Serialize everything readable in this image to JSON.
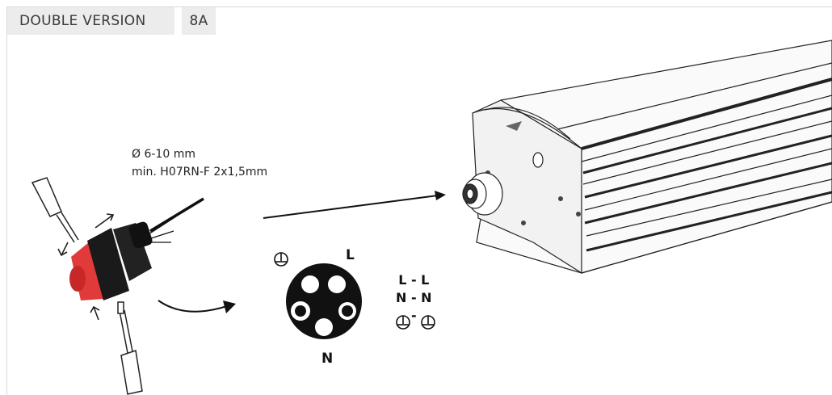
{
  "header": {
    "version_label": "DOUBLE VERSION",
    "amperage_label": "8A"
  },
  "cable": {
    "diameter": "Ø 6-10 mm",
    "type": "min. H07RN-F 2x1,5mm"
  },
  "connector": {
    "live_label": "L",
    "neutral_label": "N"
  },
  "wiring": {
    "line_1": "L - L",
    "line_2": "N - N",
    "line_3_separator": "-"
  }
}
